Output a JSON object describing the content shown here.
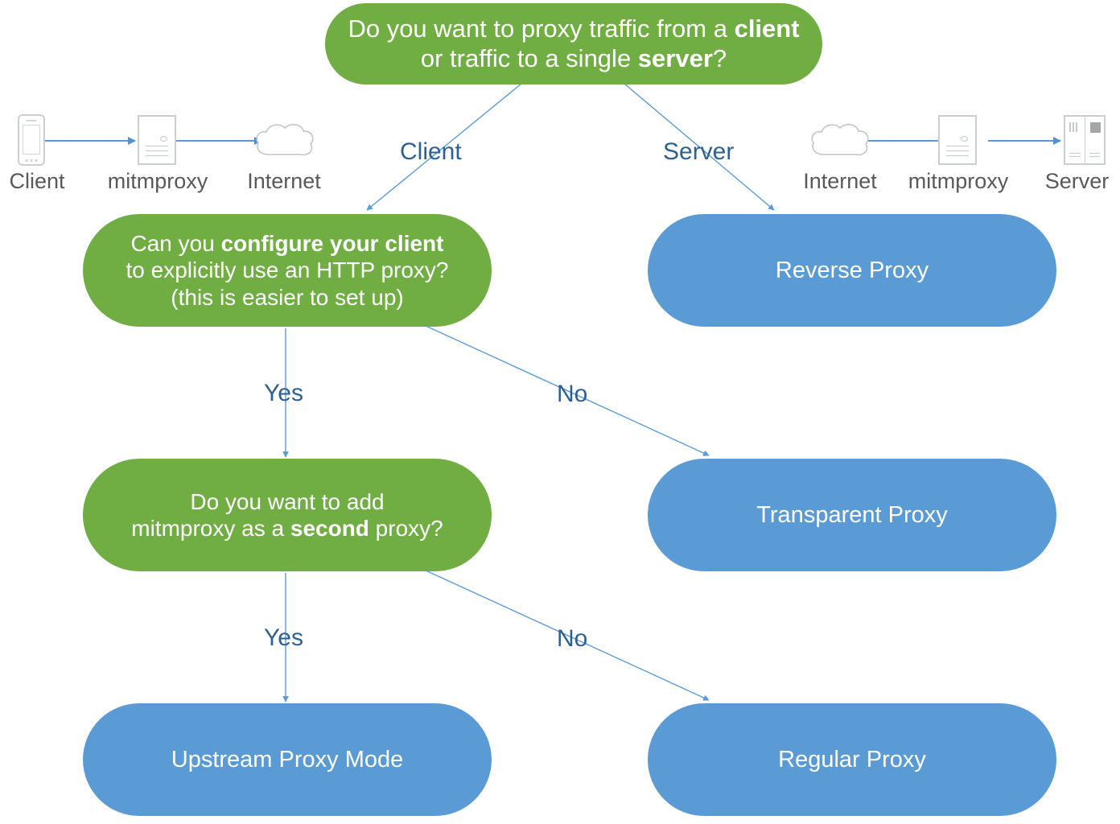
{
  "diagram": {
    "title": "mitmproxy mode selection flowchart",
    "colors": {
      "decision_green": "#70AD43",
      "outcome_blue": "#5B9BD5",
      "edge_blue": "#5B9BD5",
      "label_blue": "#2E6193",
      "icon_gray": "#C9CFD4",
      "caption_gray": "#595959"
    },
    "nodes": {
      "q_client_or_server": {
        "type": "decision",
        "line1_a": "Do you want to proxy traffic from a ",
        "line1_b": "client",
        "line2_a": "or traffic to a single ",
        "line2_b": "server",
        "line2_c": "?"
      },
      "q_configure_client": {
        "type": "decision",
        "line1_a": "Can you ",
        "line1_b": "configure your client",
        "line2": "to explicitly use an HTTP proxy?",
        "line3": "(this is easier to set up)"
      },
      "q_second_proxy": {
        "type": "decision",
        "line1": "Do you want to add",
        "line2_a": "mitmproxy as a ",
        "line2_b": "second",
        "line2_c": " proxy?"
      },
      "reverse_proxy": {
        "type": "outcome",
        "label": "Reverse Proxy"
      },
      "transparent_proxy": {
        "type": "outcome",
        "label": "Transparent Proxy"
      },
      "upstream_proxy": {
        "type": "outcome",
        "label": "Upstream Proxy Mode"
      },
      "regular_proxy": {
        "type": "outcome",
        "label": "Regular Proxy"
      }
    },
    "edge_labels": {
      "client": "Client",
      "server": "Server",
      "yes_1": "Yes",
      "no_1": "No",
      "yes_2": "Yes",
      "no_2": "No"
    },
    "illustration_left": {
      "icons": [
        "phone-icon",
        "document-icon",
        "cloud-icon"
      ],
      "captions": [
        "Client",
        "mitmproxy",
        "Internet"
      ]
    },
    "illustration_right": {
      "icons": [
        "cloud-icon",
        "document-icon",
        "server-rack-icon"
      ],
      "captions": [
        "Internet",
        "mitmproxy",
        "Server"
      ]
    }
  }
}
